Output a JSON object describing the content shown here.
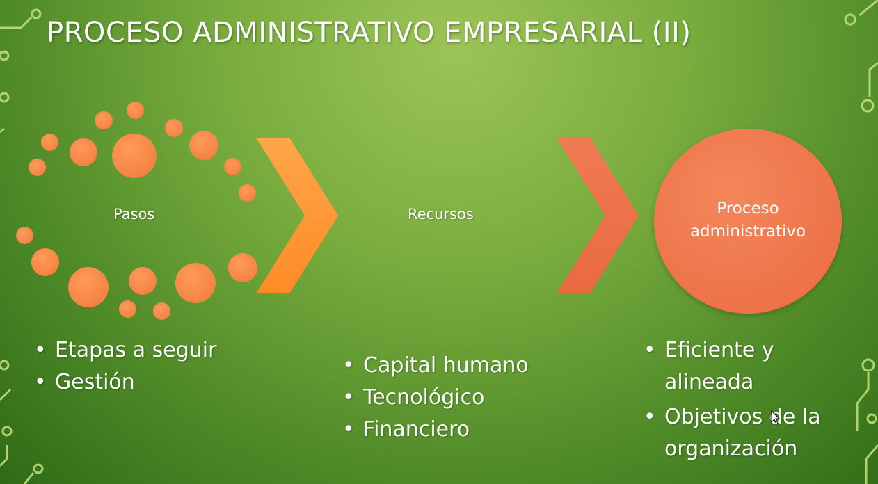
{
  "slide": {
    "title": "PROCESO ADMINISTRATIVO EMPRESARIAL (II)"
  },
  "diagram": {
    "node1_label": "Pasos",
    "node2_label": "Recursos",
    "node3_label_line1": "Proceso",
    "node3_label_line2": "administrativo"
  },
  "lists": {
    "pasos": [
      "Etapas a seguir",
      "Gestión"
    ],
    "recursos": [
      "Capital humano",
      "Tecnológico",
      "Financiero"
    ],
    "proceso": [
      "Eficiente y alineada",
      "Objetivos de la organización"
    ]
  },
  "colors": {
    "background": "#7aad3e",
    "accent_orange": "#f07a3a",
    "chevron_1": "#ff9a3a",
    "chevron_2": "#ee7048",
    "circuit_lines": "#c6e37a"
  },
  "icons": {
    "cursor": "mouse-pointer-icon"
  }
}
